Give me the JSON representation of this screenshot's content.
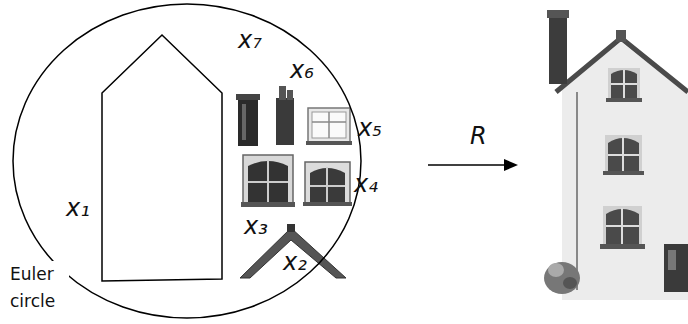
{
  "diagram": {
    "nodes": [
      {
        "text": [
          "Euler circle"
        ]
      }
    ],
    "labels": [
      "x₇",
      "x₆",
      "x₅",
      "x₁",
      "x₃",
      "x₄",
      "x₂",
      "R"
    ]
  }
}
